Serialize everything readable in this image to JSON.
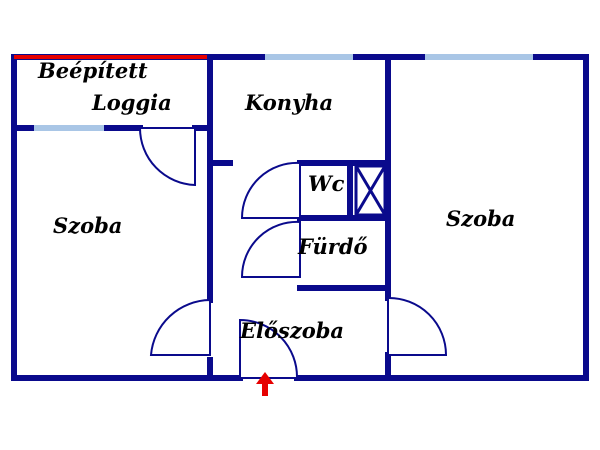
{
  "colors": {
    "wall": "#0a0a8c",
    "window": "#a9c6e6",
    "accent": "#e60000",
    "door_fill": "#ffffff"
  },
  "labels": {
    "built_in": "Beépített",
    "loggia": "Loggia",
    "kitchen": "Konyha",
    "wc": "Wc",
    "bathroom": "Fürdő",
    "hallway": "Előszoba",
    "room_left": "Szoba",
    "room_right": "Szoba"
  },
  "icons": {
    "entrance": "entrance-arrow-icon",
    "wc_fixture": "wc-cross-icon"
  }
}
